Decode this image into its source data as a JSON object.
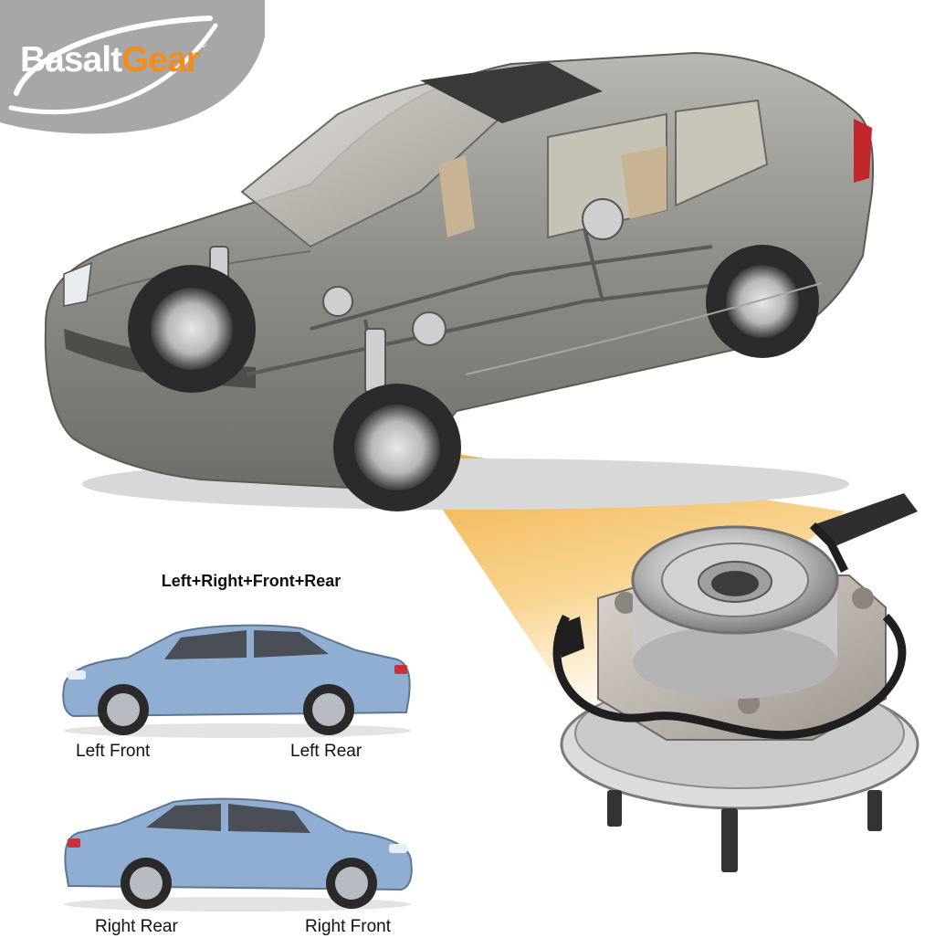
{
  "brand": {
    "name_part1": "Basalt",
    "name_part2": "Gear",
    "trademark": "®"
  },
  "colors": {
    "logo_backdrop": "#a7a7a7",
    "brand_orange": "#f28c1a",
    "beam": "#f4b54a",
    "car_body_gray": "#8c8a86",
    "side_car_blue": "#8faed1"
  },
  "illustration": {
    "hero": "cutaway-sedan-chassis",
    "part": "wheel-hub-bearing-assembly"
  },
  "positions": {
    "title": "Left+Right+Front+Rear",
    "left_front": "Left Front",
    "left_rear": "Left Rear",
    "right_rear": "Right Rear",
    "right_front": "Right Front"
  }
}
